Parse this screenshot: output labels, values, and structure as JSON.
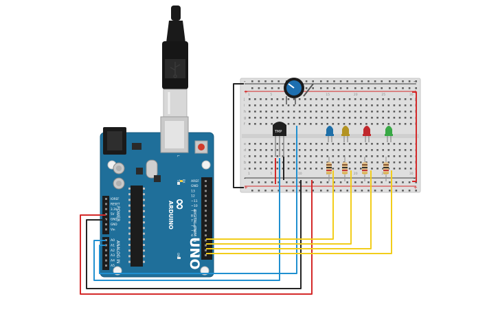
{
  "arduino": {
    "brand": "ARDUINO",
    "model": "UNO",
    "logo_symbol": "∞",
    "digital_header": [
      "AREF",
      "GND",
      "13",
      "12",
      "~11",
      "~10",
      "~9",
      "8",
      "7",
      "~6",
      "~5",
      "4",
      "~3",
      "2",
      "TX→1",
      "RX←0"
    ],
    "digital_section_label": "DIGITAL (PWM ~)",
    "power_pins": [
      "IOREF",
      "RESET",
      "3.3V",
      "5V",
      "GND",
      "GND",
      "Vin"
    ],
    "power_section_label": "POWER",
    "analog_pins": [
      "A0",
      "A1",
      "A2",
      "A3",
      "A4",
      "A5"
    ],
    "analog_section_label": "ANALOG IN",
    "led_labels": [
      "TX",
      "RX",
      "L",
      "ON"
    ],
    "board_color": "#1f6f9a"
  },
  "breadboard": {
    "row_letters_top": [
      "j",
      "i",
      "h",
      "g",
      "f"
    ],
    "row_letters_bottom": [
      "e",
      "d",
      "c",
      "b",
      "a"
    ],
    "column_numbers": [
      "1",
      "5",
      "10",
      "15",
      "20",
      "25",
      "30"
    ],
    "rail_plus": "+",
    "rail_minus": "-"
  },
  "components": {
    "temp_sensor_label": "TMP",
    "led_colors": [
      "#1e6fa8",
      "#b39322",
      "#c0282c",
      "#39a845"
    ],
    "potentiometer_color": "#1d6fb0"
  },
  "wire_colors": {
    "red": "#d42828",
    "black": "#222222",
    "blue": "#1f8fd0",
    "yellow": "#f2cd1a"
  }
}
